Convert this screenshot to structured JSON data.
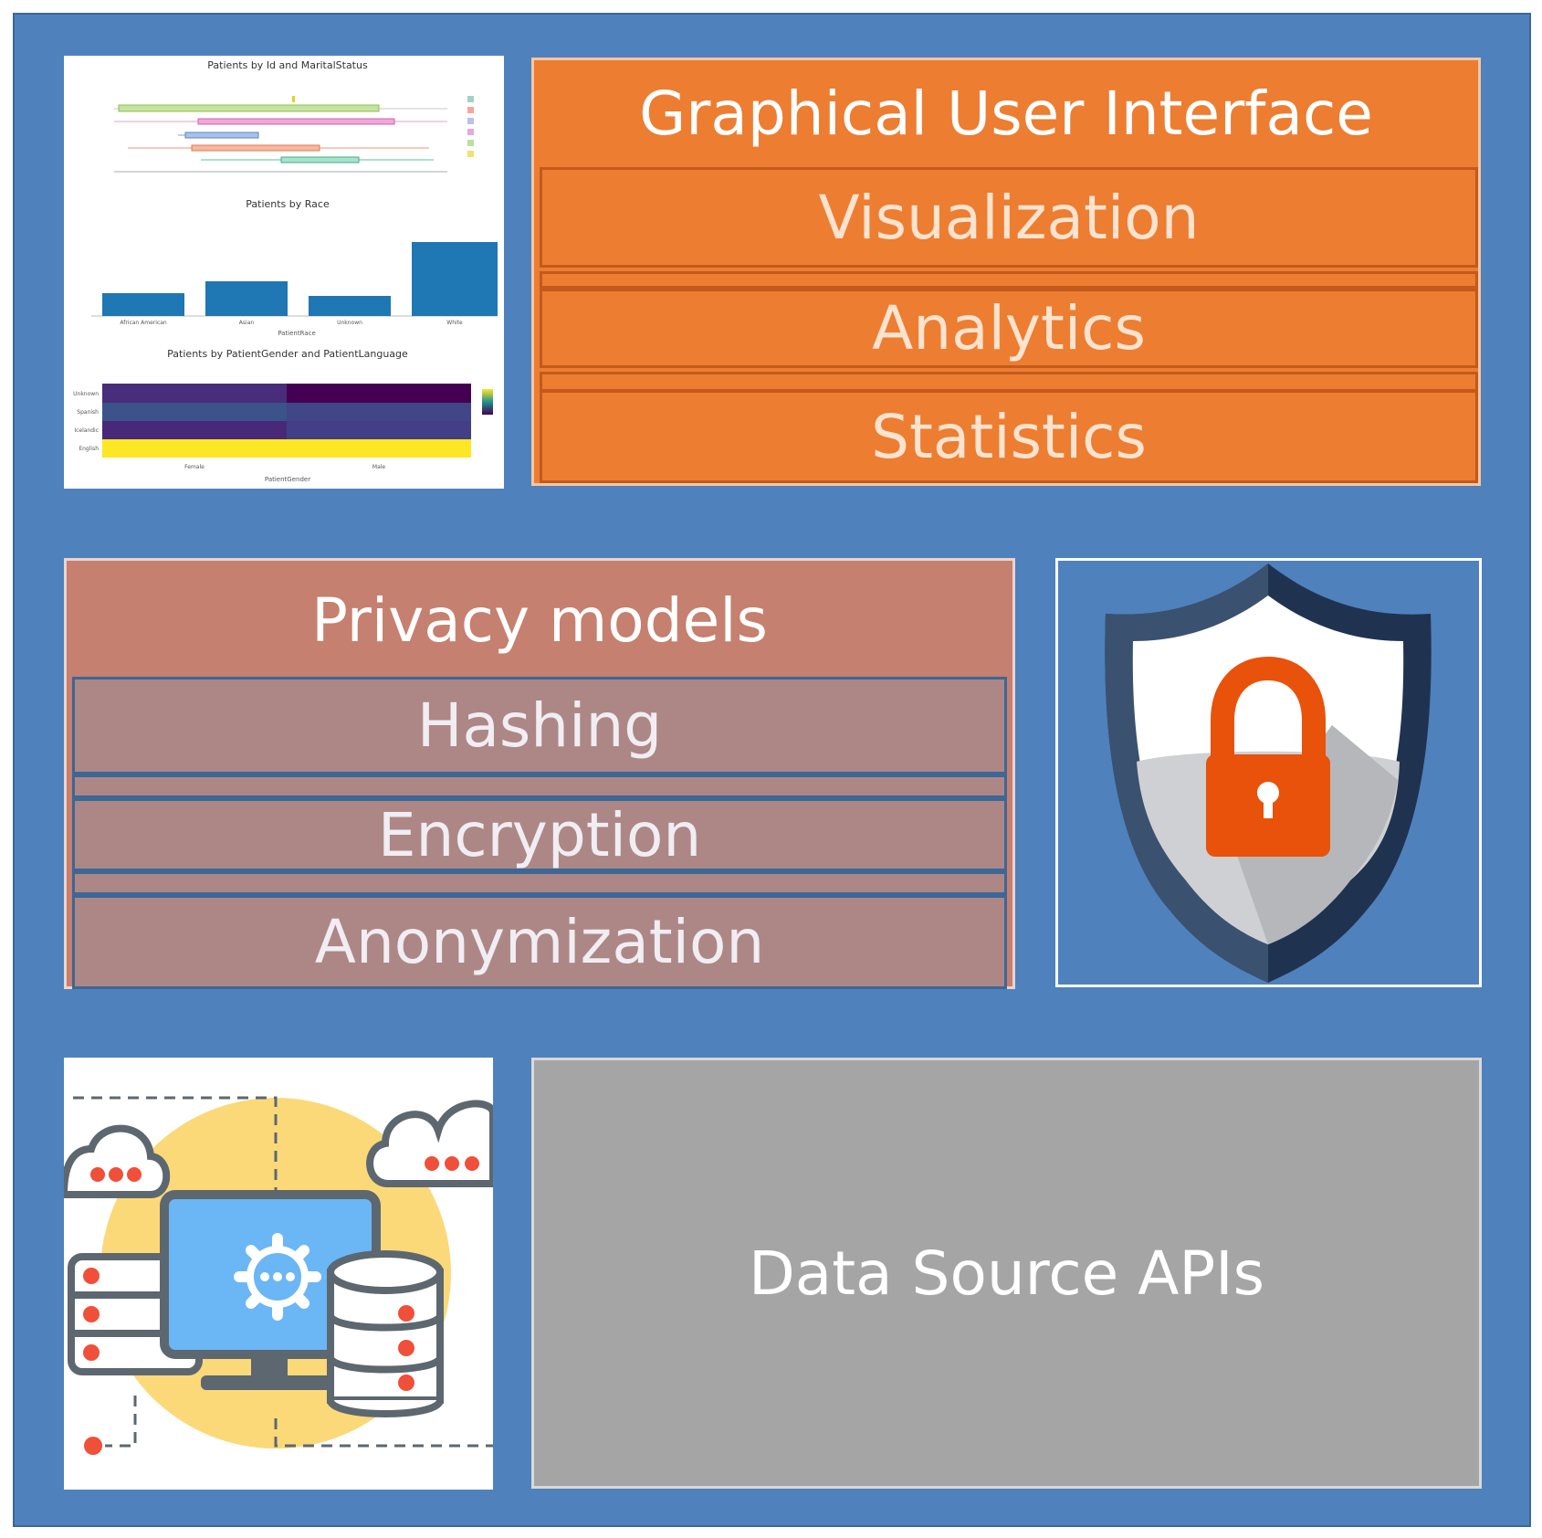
{
  "gui": {
    "title": "Graphical User Interface",
    "layers": [
      "Visualization",
      "Analytics",
      "Statistics"
    ]
  },
  "privacy": {
    "title": "Privacy models",
    "layers": [
      "Hashing",
      "Encryption",
      "Anonymization"
    ]
  },
  "data_source": {
    "label": "Data Source APIs"
  },
  "dashboard": {
    "chart1_title": "Patients by Id and MaritalStatus",
    "chart2_title": "Patients by Race",
    "chart2_categories": [
      "African American",
      "Asian",
      "Unknown",
      "White"
    ],
    "chart2_xlabel": "PatientRace",
    "chart3_title": "Patients by PatientGender and PatientLanguage",
    "chart3_rows": [
      "Unknown",
      "Spanish",
      "Icelandic",
      "English"
    ],
    "chart3_cols": [
      "Female",
      "Male"
    ],
    "chart3_xlabel": "PatientGender"
  },
  "colors": {
    "background": "#4f81bd",
    "gui": "#ed7d31",
    "privacy_head": "#c5806f",
    "privacy_layer": "#ad8785",
    "data_source": "#a5a5a5",
    "lock": "#e8520a"
  },
  "icons": [
    "shield-lock-icon",
    "cloud-icon",
    "server-icon",
    "monitor-gear-icon",
    "database-icon"
  ]
}
